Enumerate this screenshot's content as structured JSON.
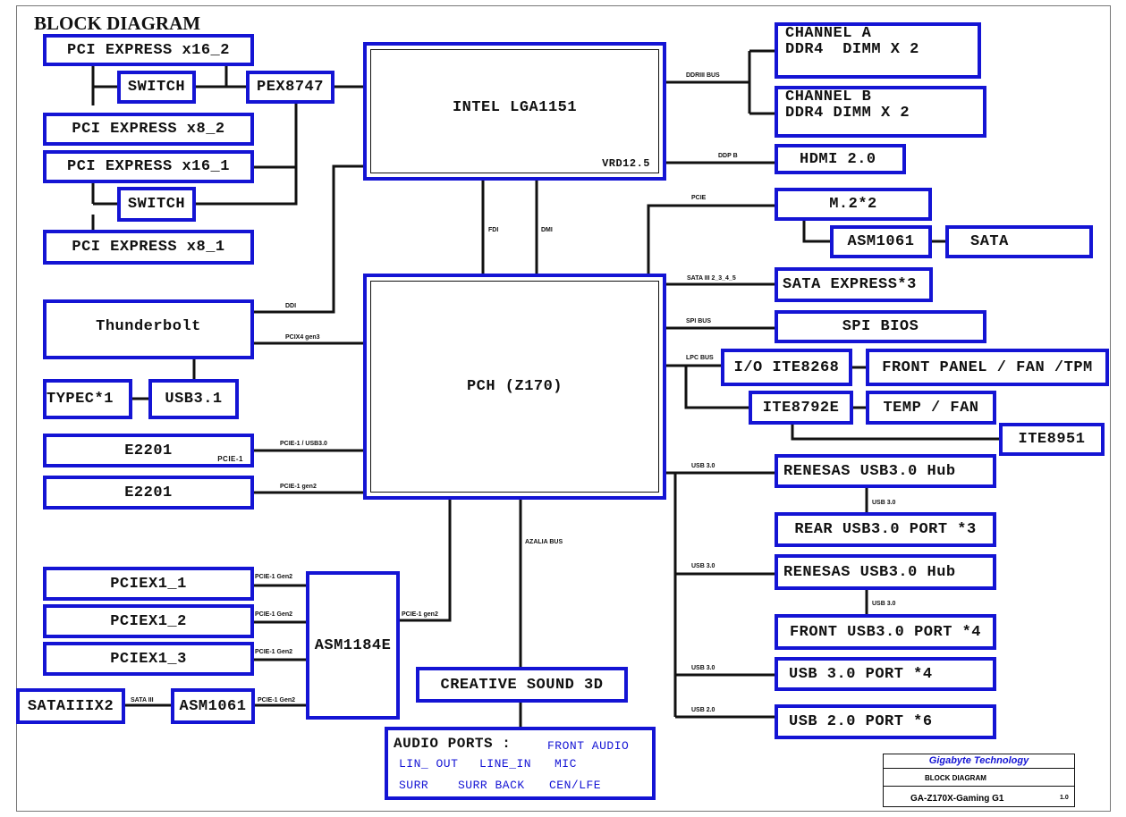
{
  "diagram": {
    "title": "BLOCK DIAGRAM",
    "blocks": {
      "pci_x16_2": "PCI EXPRESS x16_2",
      "switch_top": "SWITCH",
      "pex8747": "PEX8747",
      "pci_x8_2": "PCI EXPRESS x8_2",
      "pci_x16_1": "PCI EXPRESS x16_1",
      "switch_bottom": "SWITCH",
      "pci_x8_1": "PCI EXPRESS x8_1",
      "cpu": "INTEL LGA1151",
      "cpu_sub": "VRD12.5",
      "channel_a_1": "CHANNEL A",
      "channel_a_2": "DDR4  DIMM X 2",
      "channel_b_1": "CHANNEL B",
      "channel_b_2": "DDR4 DIMM X 2",
      "hdmi": "HDMI 2.0",
      "m2": "M.2*2",
      "asm1061_right": "ASM1061",
      "sata": "SATA",
      "sata_express": "SATA EXPRESS*3",
      "spi_bios": "SPI BIOS",
      "io_ite8268": "I/O ITE8268",
      "front_panel": "FRONT PANEL / FAN /TPM",
      "ite8792e": "ITE8792E",
      "temp_fan": "TEMP / FAN",
      "ite8951": "ITE8951",
      "renesas_hub_1": "RENESAS USB3.0 Hub",
      "rear_usb": "REAR USB3.0 PORT *3",
      "renesas_hub_2": "RENESAS USB3.0 Hub",
      "front_usb": "FRONT USB3.0 PORT *4",
      "usb30_port": "USB 3.0 PORT *4",
      "usb20_port": "USB 2.0 PORT *6",
      "thunderbolt": "Thunderbolt",
      "typec": "TYPEC*1",
      "usb31": "USB3.1",
      "e2201_a": "E2201",
      "e2201_a_sub": "PCIE-1",
      "e2201_b": "E2201",
      "pch": "PCH (Z170)",
      "pciex1_1": "PCIEX1_1",
      "pciex1_2": "PCIEX1_2",
      "pciex1_3": "PCIEX1_3",
      "asm1184e": "ASM1184E",
      "sataiiix2": "SATAIIIX2",
      "asm1061_left": "ASM1061",
      "creative": "CREATIVE SOUND 3D",
      "audio_title": "AUDIO PORTS :",
      "audio_front": "FRONT AUDIO",
      "audio_lin_out": "LIN_ OUT",
      "audio_line_in": "LINE_IN",
      "audio_mic": "MIC",
      "audio_surr": "SURR",
      "audio_surr_back": "SURR BACK",
      "audio_cen_lfe": "CEN/LFE"
    },
    "bus_labels": {
      "ddriii_bus": "DDRIII BUS",
      "ddp_b": "DDP B",
      "pcie_top": "PCIE",
      "fdi": "FDI",
      "dmi": "DMI",
      "sata_iii": "SATA III 2_3_4_5",
      "spi_bus": "SPI BUS",
      "lpc_bus": "LPC BUS",
      "usb30_a": "USB 3.0",
      "usb30_b": "USB 3.0",
      "usb30_c": "USB 3.0",
      "usb30_d": "USB 3.0",
      "usb30_e": "USB 3.0",
      "usb20": "USB 2.0",
      "ddi": "DDI",
      "pcix4": "PCIX4 gen3",
      "pcie_usb30": "PCIE-1 / USB3.0",
      "pcie_gen2": "PCIE-1 gen2",
      "azalia": "AZALIA BUS",
      "pcie_gen2_asm": "PCIE-1 gen2",
      "pciex1_1_bus": "PCIE-1 Gen2",
      "pciex1_2_bus": "PCIE-1 Gen2",
      "pciex1_3_bus": "PCIE-1 Gen2",
      "asm1061_bus": "PCIE-1 Gen2",
      "sata_iii_left": "SATA III"
    },
    "title_block": {
      "company": "Gigabyte Technology",
      "title": "BLOCK DIAGRAM",
      "model": "GA-Z170X-Gaming G1",
      "rev": "1.0"
    },
    "colors": {
      "box_border": "#1414d4",
      "line": "#111111",
      "company": "#1414d4"
    }
  }
}
